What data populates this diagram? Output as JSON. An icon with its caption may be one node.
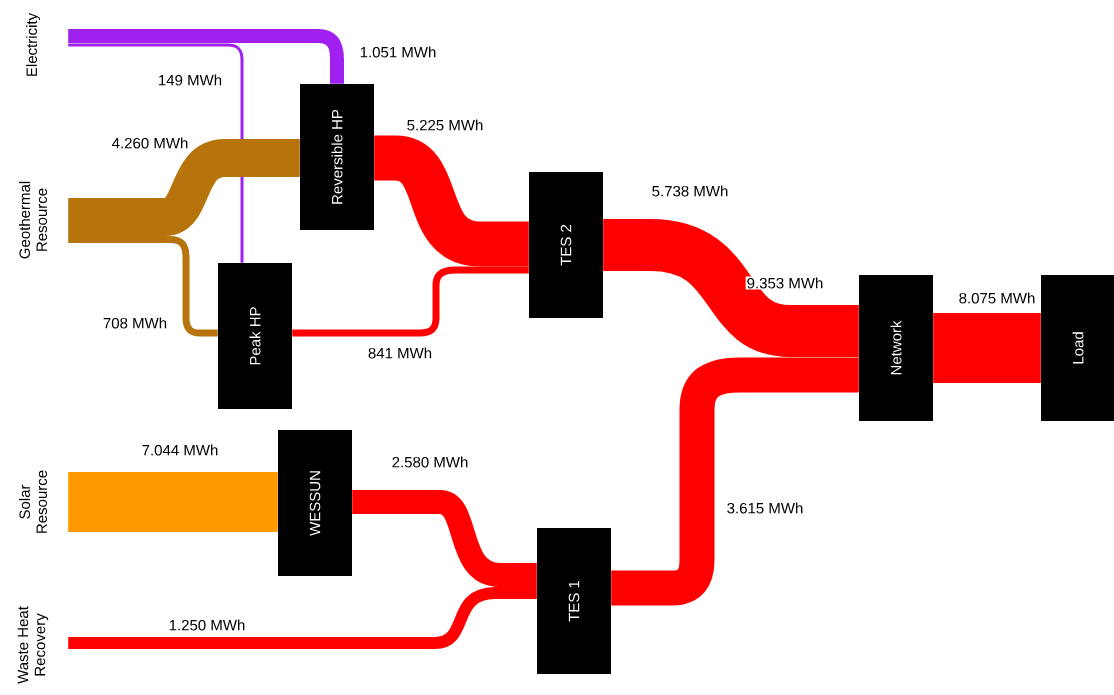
{
  "diagram": {
    "nodes": [
      {
        "text": [
          "Electricity"
        ]
      },
      {
        "text": [
          "Geothermal Resource"
        ]
      },
      {
        "text": [
          "Solar Resource"
        ]
      },
      {
        "text": [
          "Waste Heat Recovery"
        ]
      },
      {
        "text": [
          "Reversible HP"
        ]
      },
      {
        "text": [
          "Peak HP"
        ]
      },
      {
        "text": [
          "WESSUN"
        ]
      },
      {
        "text": [
          "TES 2"
        ]
      },
      {
        "text": [
          "TES 1"
        ]
      },
      {
        "text": [
          "Network"
        ]
      },
      {
        "text": [
          "Load"
        ]
      }
    ],
    "edges": [
      {
        "from": 0,
        "to": 4,
        "arrow": "none",
        "label": "1.051 MWh",
        "color": "#a020f0"
      },
      {
        "from": 0,
        "to": 5,
        "arrow": "none",
        "label": "149 MWh",
        "color": "#a020f0"
      },
      {
        "from": 1,
        "to": 4,
        "arrow": "none",
        "label": "4.260 MWh",
        "color": "#b8740c"
      },
      {
        "from": 1,
        "to": 5,
        "arrow": "none",
        "label": "708 MWh",
        "color": "#b8740c"
      },
      {
        "from": 4,
        "to": 7,
        "arrow": "none",
        "label": "5.225 MWh",
        "style": "thick"
      },
      {
        "from": 5,
        "to": 7,
        "arrow": "none",
        "label": "841 MWh"
      },
      {
        "from": 2,
        "to": 6,
        "arrow": "none",
        "label": "7.044 MWh",
        "color": "#ff9900",
        "style": "thick"
      },
      {
        "from": 6,
        "to": 8,
        "arrow": "none",
        "label": "2.580 MWh"
      },
      {
        "from": 3,
        "to": 8,
        "arrow": "none",
        "label": "1.250 MWh"
      },
      {
        "from": 7,
        "to": 9,
        "arrow": "none",
        "label": "5.738 MWh",
        "style": "thick"
      },
      {
        "from": 8,
        "to": 9,
        "arrow": "none",
        "label": "3.615 MWh"
      },
      {
        "from": 9,
        "to": 10,
        "arrow": "none",
        "label": "8.075 MWh",
        "style": "thick"
      }
    ],
    "labels": [
      "9.353 MWh"
    ]
  }
}
